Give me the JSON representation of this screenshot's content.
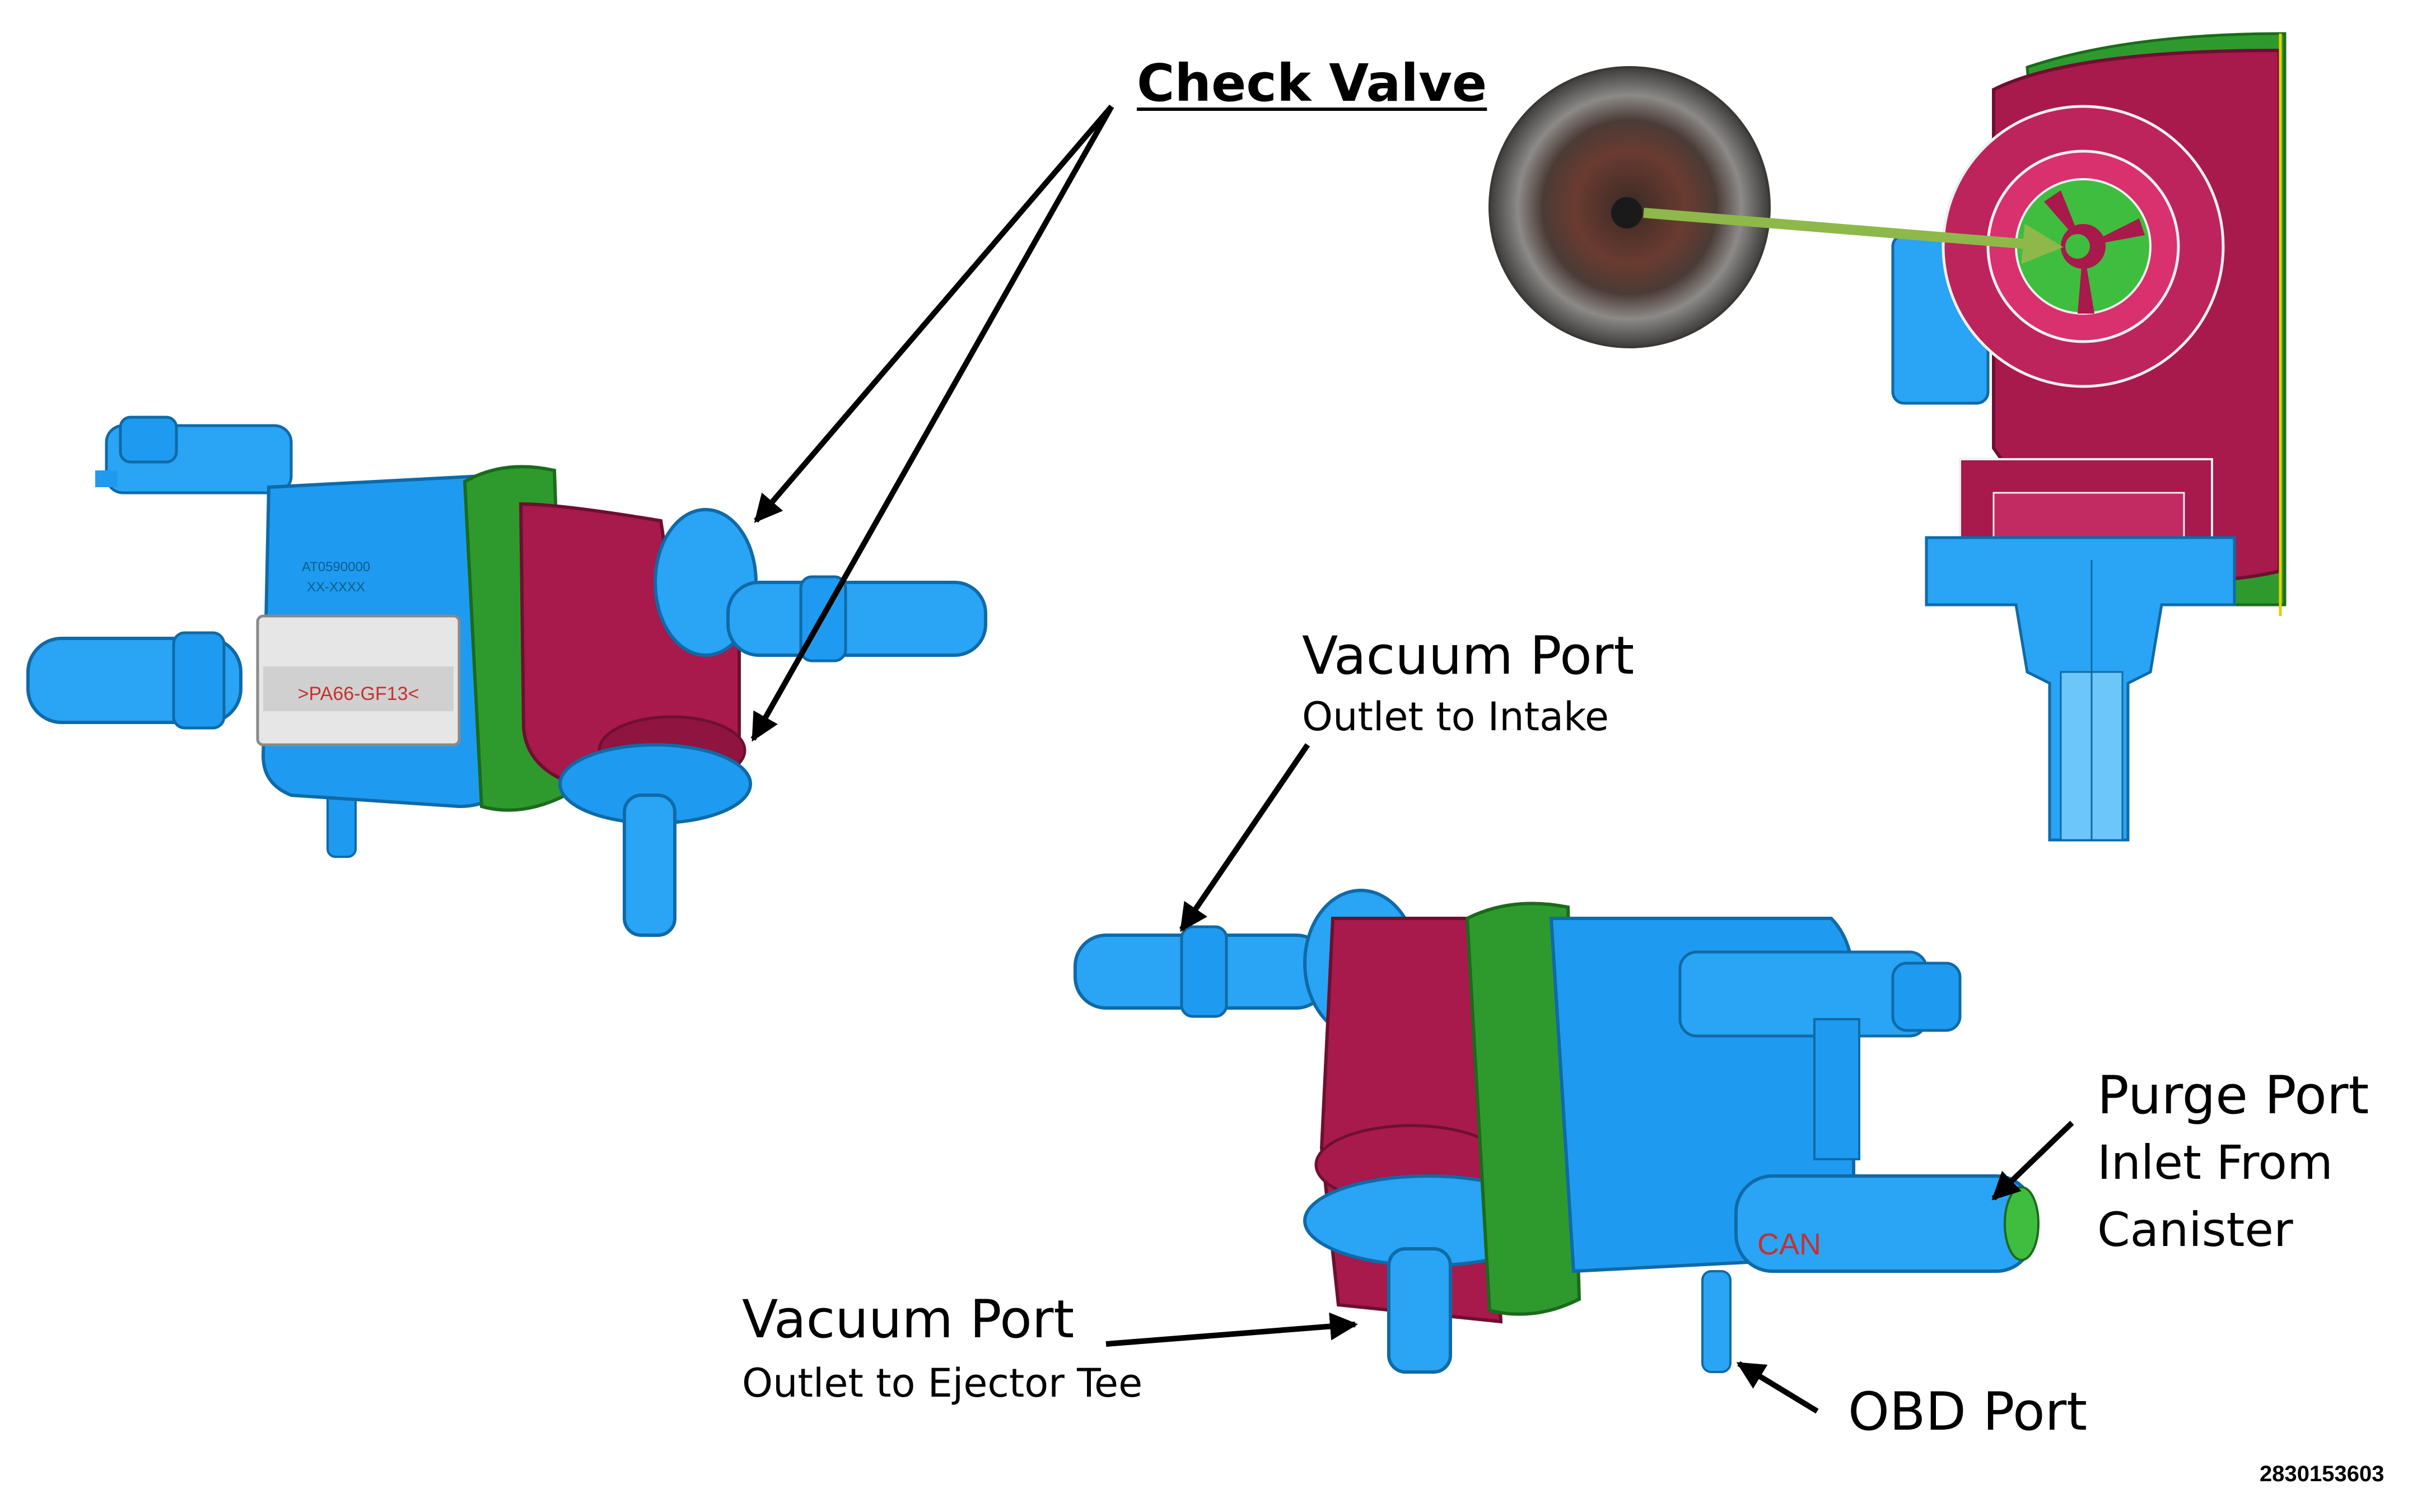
{
  "labels": {
    "check_valve": "Check Valve",
    "vacuum_intake_title": "Vacuum Port",
    "vacuum_intake_sub": "Outlet to Intake",
    "purge_title": "Purge Port",
    "purge_sub_1": "Inlet From",
    "purge_sub_2": "Canister",
    "vacuum_ejector_title": "Vacuum Port",
    "vacuum_ejector_sub": "Outlet to Ejector Tee",
    "obd": "OBD Port"
  },
  "part_markings": {
    "left_label": ">PA66-GF13<",
    "left_code_1": "AT0590000",
    "left_code_2": "XX-XXXX",
    "bottom_can": "CAN"
  },
  "figure_id": "2830153603",
  "colors": {
    "body_blue": "#1e9bf0",
    "valve_crimson": "#a8194c",
    "seal_green": "#2e9a2e",
    "arrow_green": "#8fb84a"
  }
}
